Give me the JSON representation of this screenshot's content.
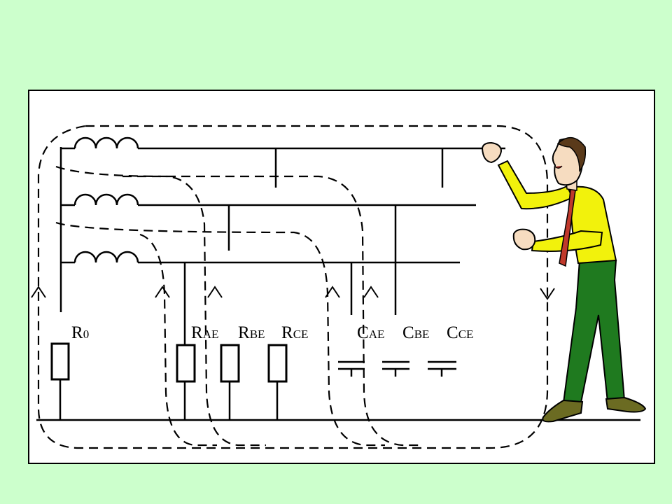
{
  "components": {
    "resistors": [
      {
        "main": "R",
        "sub": "0"
      },
      {
        "main": "R",
        "sub": "AE"
      },
      {
        "main": "R",
        "sub": "BE"
      },
      {
        "main": "R",
        "sub": "CE"
      }
    ],
    "capacitors": [
      {
        "main": "C",
        "sub": "AE"
      },
      {
        "main": "C",
        "sub": "BE"
      },
      {
        "main": "C",
        "sub": "CE"
      }
    ]
  },
  "colors": {
    "background": "#ccffcc",
    "panel": "#ffffff",
    "shirt": "#f2f20c",
    "trousers": "#1f7a1f",
    "tie": "#c0392b",
    "hair": "#5a3a1a",
    "shoes": "#6b6b22"
  }
}
